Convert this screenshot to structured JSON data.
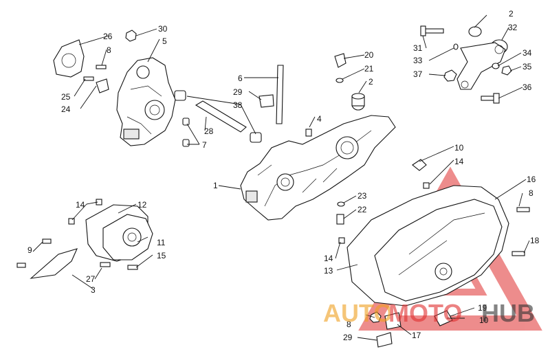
{
  "callouts": {
    "c1": "1",
    "c2a": "2",
    "c2b": "2",
    "c3": "3",
    "c4": "4",
    "c5": "5",
    "c6": "6",
    "c7": "7",
    "c8a": "8",
    "c8b": "8",
    "c8c": "8",
    "c9": "9",
    "c10a": "10",
    "c10b": "10",
    "c11": "11",
    "c12": "12",
    "c13": "13",
    "c14a": "14",
    "c14b": "14",
    "c14c": "14",
    "c15": "15",
    "c16": "16",
    "c17": "17",
    "c18": "18",
    "c19": "19",
    "c20": "20",
    "c21": "21",
    "c22": "22",
    "c23": "23",
    "c24": "24",
    "c25": "25",
    "c26": "26",
    "c27": "27",
    "c28": "28",
    "c29a": "29",
    "c29b": "29",
    "c30": "30",
    "c31": "31",
    "c32": "32",
    "c33": "33",
    "c34": "34",
    "c35": "35",
    "c36": "36",
    "c37": "37",
    "c38": "38"
  },
  "watermark": {
    "part1": "AUTO",
    "part2": "MOTO",
    "part3": "HUB",
    "color_orange": "#f0a020",
    "color_red": "#e03030",
    "color_dark": "#333333"
  }
}
